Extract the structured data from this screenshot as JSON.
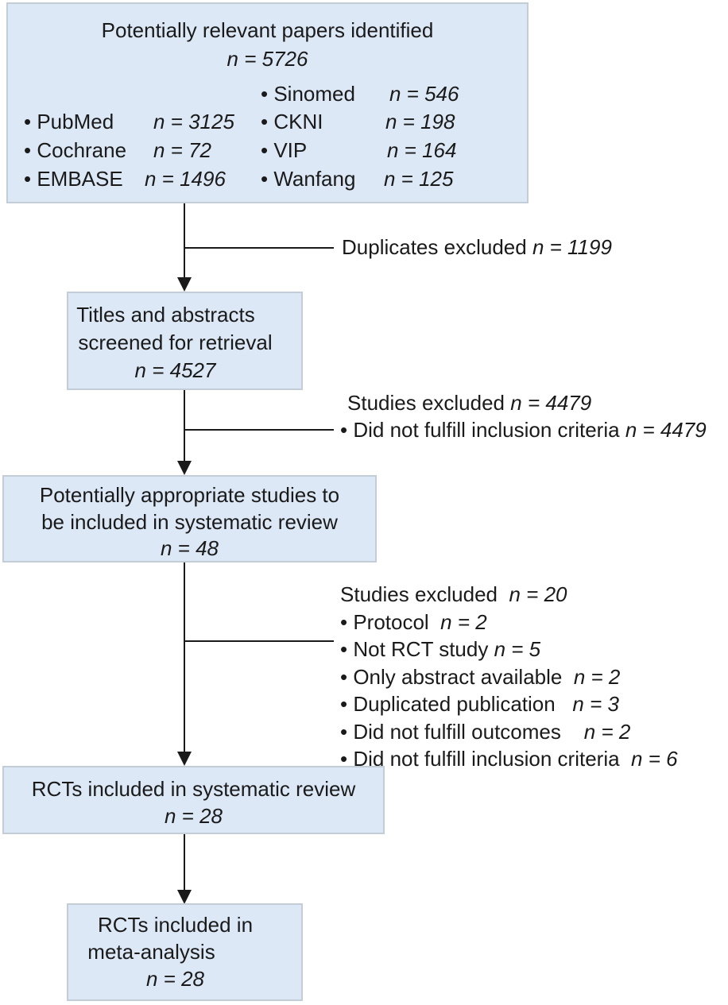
{
  "box1": {
    "title": "Potentially relevant papers identified",
    "total": "n = 5726",
    "left_sources": [
      {
        "label": "• PubMed",
        "n": "n = 3125"
      },
      {
        "label": "• Cochrane",
        "n": "n =  72"
      },
      {
        "label": "• EMBASE",
        "n": "n = 1496"
      }
    ],
    "right_sources": [
      {
        "label": "• Sinomed",
        "n": "n = 546"
      },
      {
        "label": "• CKNI",
        "n": "n = 198"
      },
      {
        "label": "• VIP",
        "n": "n = 164"
      },
      {
        "label": "• Wanfang",
        "n": "n = 125"
      }
    ]
  },
  "excl1": {
    "label": "Duplicates excluded",
    "n": "n = 1199"
  },
  "box2": {
    "line1": "Titles and abstracts",
    "line2": "screened for retrieval",
    "n": "n = 4527"
  },
  "excl2": {
    "title": "Studies excluded",
    "title_n": "n = 4479",
    "item": "• Did not fulfill inclusion criteria",
    "item_n": "n = 4479"
  },
  "box3": {
    "line1": "Potentially appropriate studies to",
    "line2": "be included in systematic review",
    "n": "n = 48"
  },
  "excl3": {
    "title": "Studies excluded",
    "title_n": "n = 20",
    "items": [
      {
        "label": "• Protocol",
        "n": "n = 2"
      },
      {
        "label": "• Not RCT study",
        "n": "n = 5"
      },
      {
        "label": "• Only abstract available",
        "n": "n = 2"
      },
      {
        "label": "• Duplicated publication",
        "n": "n = 3"
      },
      {
        "label": "• Did not fulfill outcomes",
        "n": "n = 2"
      },
      {
        "label": "• Did not fulfill inclusion criteria",
        "n": "n = 6"
      }
    ]
  },
  "box4": {
    "line1": "RCTs included in systematic review",
    "n": "n = 28"
  },
  "box5": {
    "line1": "RCTs included in",
    "line2": "meta-analysis",
    "n": "n = 28"
  }
}
